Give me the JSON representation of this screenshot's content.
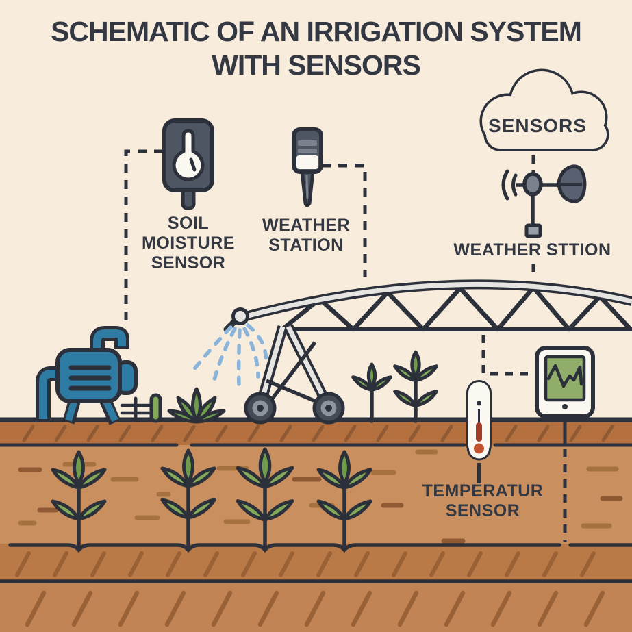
{
  "title": "SCHEMATIC OF AN IRRIGATION SYSTEM\nWITH SENSORS",
  "labels": {
    "soil_moisture_sensor": "SOIL\nMOISTURE\nSENSOR",
    "weather_station": "WEATHER\nSTATION",
    "cloud_sensors": "SENSORS",
    "wind_vane_station": "WEATHER STTION",
    "temperature_sensor": "TEMPERATUR\nSENSOR"
  },
  "icons": {
    "soil_moisture_sensor": "drop-gauge-probe",
    "weather_station": "pole-sensor",
    "cloud_sensors": "cloud-outline",
    "wind_vane_station": "anemometer-vane",
    "pump": "water-pump",
    "center_pivot": "truss-arc-sprinkler",
    "water_spray": "dashed-blue-drops",
    "thermometer": "soil-thermometer",
    "tablet": "tablet-with-graph",
    "plants": "seedling"
  },
  "colors": {
    "background": "#f8ecdc",
    "outline": "#2b303a",
    "text": "#333842",
    "pump_blue": "#2e7ba3",
    "water_blue": "#8ab4d9",
    "leaf_light": "#82a95a",
    "leaf_dark": "#6f9c4b",
    "screen_green": "#90ad69",
    "soil_band1": "#b4713f",
    "soil_band2": "#c98f5e",
    "soil_band3": "#ba7a47",
    "soil_band4": "#c28455",
    "soil_mark_dark": "#8f5a33",
    "soil_mark_mid": "#9a6137",
    "soil_mark_light": "#a5713f",
    "device_slate": "#4f5663",
    "device_slate_light": "#7b828e",
    "silver": "#e6e5e2",
    "white": "#fbf8f2",
    "thermo_red": "#a33b2a",
    "thermo_orange": "#c2552f",
    "wheel_gray": "#8f959d",
    "wheel_dark": "#454b54",
    "vane_gray": "#596070",
    "vane_base": "#9aa0a8"
  }
}
